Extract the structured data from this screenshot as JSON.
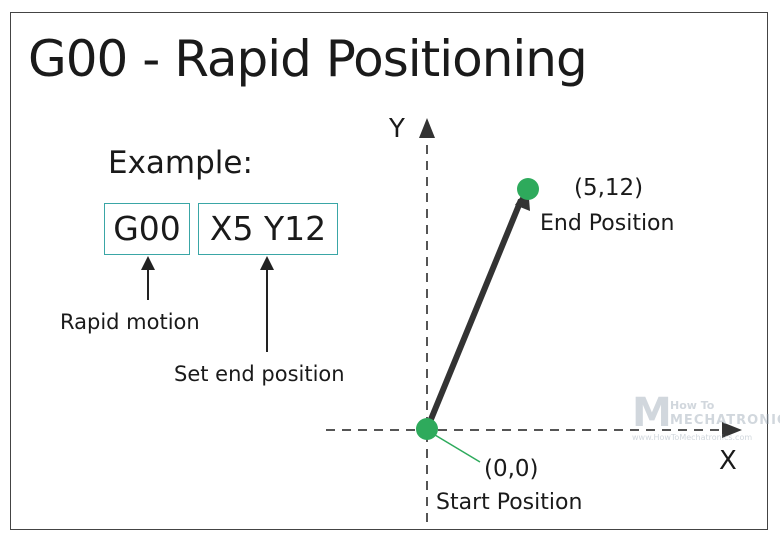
{
  "title": "G00 - Rapid Positioning",
  "example": {
    "heading": "Example:",
    "command": "G00",
    "params": "X5 Y12",
    "command_note": "Rapid motion",
    "params_note": "Set end position"
  },
  "axes": {
    "x_label": "X",
    "y_label": "Y"
  },
  "start": {
    "coords": "(0,0)",
    "label": "Start Position"
  },
  "end": {
    "coords": "(5,12)",
    "label": "End Position"
  },
  "colors": {
    "point": "#2eaa5c",
    "box_border": "#3aa6a6",
    "line": "#333333"
  },
  "watermark": {
    "logo": "M",
    "line1": "How To",
    "line2": "MECHATRONICS",
    "url": "www.HowToMechatronics.com"
  }
}
